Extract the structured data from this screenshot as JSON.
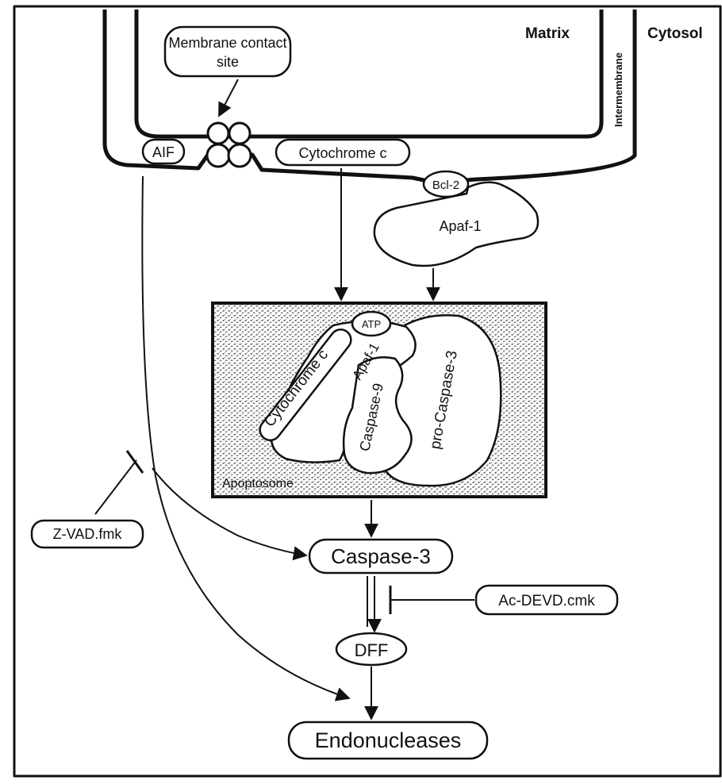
{
  "compartments": {
    "matrix": "Matrix",
    "intermembrane": "Intermembrane",
    "cytosol": "Cytosol"
  },
  "labels": {
    "membrane_contact_site_line1": "Membrane contact",
    "membrane_contact_site_line2": "site",
    "aif": "AIF",
    "cytochrome_c": "Cytochrome c",
    "bcl2": "Bcl-2",
    "apaf1": "Apaf-1",
    "atp": "ATP",
    "apoptosome_cytochrome_c": "Cytochrome c",
    "apoptosome_apaf1": "Apaf-1",
    "caspase9": "Caspase-9",
    "pro_caspase3": "pro-Caspase-3",
    "apoptosome": "Apoptosome",
    "zvad": "Z-VAD.fmk",
    "caspase3": "Caspase-3",
    "acdevd": "Ac-DEVD.cmk",
    "dff": "DFF",
    "endonucleases": "Endonucleases"
  },
  "colors": {
    "ink": "#111111",
    "paper": "#ffffff",
    "stipple": "#6b6b6b"
  }
}
